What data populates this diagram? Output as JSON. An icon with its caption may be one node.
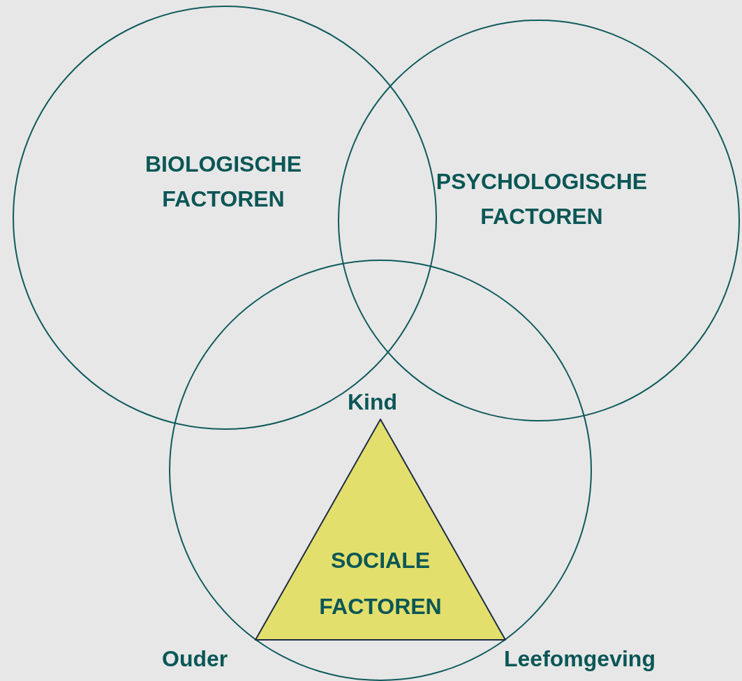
{
  "diagram": {
    "nodes": [
      {
        "text": [
          "BIOLOGISCHE FACTOREN"
        ]
      },
      {
        "text": [
          "PSYCHOLOGISCHE FACTOREN"
        ]
      },
      {
        "text": [],
        "shape": "circle"
      },
      {
        "text": [
          "SOCIALE FACTOREN"
        ],
        "in": 2
      }
    ],
    "labels": [
      "Kind",
      "Ouder",
      "Leefomgeving"
    ]
  }
}
